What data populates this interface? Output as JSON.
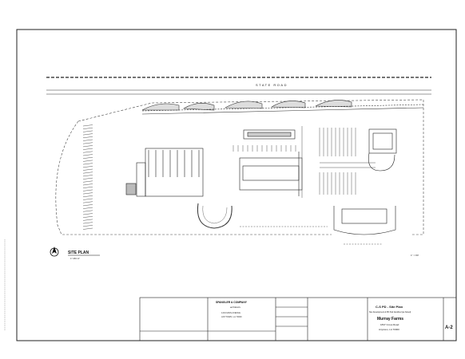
{
  "drawing": {
    "road_label": "STATE ROAD",
    "plan_title": "SITE PLAN",
    "plan_scale_note": "1\"=80'-0\"",
    "scale_mark": "1\" = 80'"
  },
  "title_block": {
    "architect_name": "SPANGLER & COMPANY",
    "architect_sub": "architects",
    "architect_addr1": "1234 MAIN AVENUE",
    "architect_addr2": "ANYTOWN, LA 70000",
    "project_line1": "C-S PD - Site Plan",
    "project_line2": "Site Development & PD Pad Identified (as Noted)",
    "client_name": "Murray Farms",
    "client_addr1": "1837 Cross Road",
    "client_addr2": "Anytown, LA 70000",
    "sheet_number": "A-2"
  }
}
